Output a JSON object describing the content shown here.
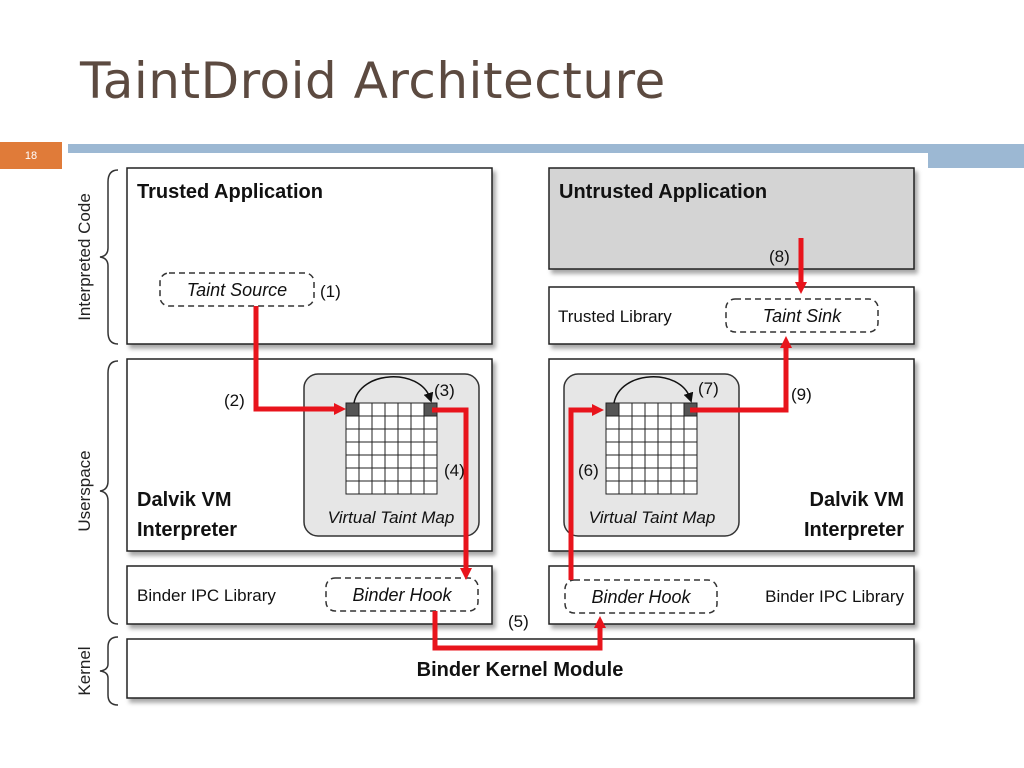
{
  "slide": {
    "title": "TaintDroid Architecture",
    "page_number": "18"
  },
  "diagram": {
    "layers": {
      "interpreted": "Interpreted Code",
      "userspace": "Userspace",
      "kernel": "Kernel"
    },
    "trusted_app": "Trusted Application",
    "untrusted_app": "Untrusted Application",
    "trusted_library": "Trusted Library",
    "taint_source": "Taint Source",
    "taint_sink": "Taint Sink",
    "dalvik_left": [
      "Dalvik VM",
      "Interpreter"
    ],
    "dalvik_right": [
      "Dalvik VM",
      "Interpreter"
    ],
    "virtual_taint_map": "Virtual Taint Map",
    "binder_ipc_library": "Binder IPC Library",
    "binder_hook": "Binder Hook",
    "binder_kernel_module": "Binder Kernel Module",
    "steps": [
      "(1)",
      "(2)",
      "(3)",
      "(4)",
      "(5)",
      "(6)",
      "(7)",
      "(8)",
      "(9)"
    ]
  },
  "colors": {
    "title": "#5c4a40",
    "page_number_bg": "#e07b39",
    "rule_bar": "#9cb8d3",
    "flow_arrow": "#e8141c",
    "untrusted_fill": "#d4d4d4",
    "taint_map_fill": "#e6e6e6"
  }
}
